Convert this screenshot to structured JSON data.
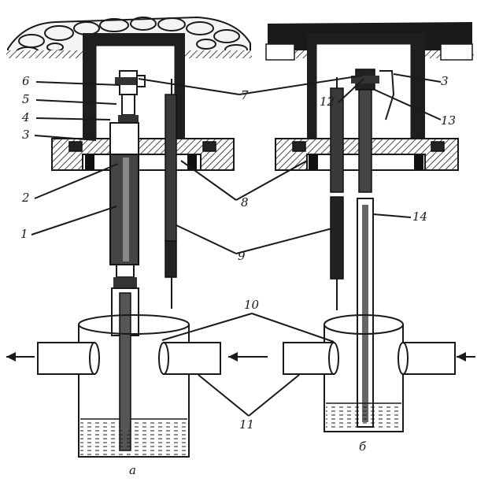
{
  "figure": {
    "panel_labels": {
      "a": "а",
      "b": "б"
    },
    "labels": {
      "l1": "1",
      "l2": "2",
      "l3a": "3",
      "l3b": "3",
      "l4": "4",
      "l5": "5",
      "l6": "6",
      "l7": "7",
      "l8": "8",
      "l9": "9",
      "l10": "10",
      "l11": "11",
      "l12": "12",
      "l13": "13",
      "l14": "14"
    }
  }
}
